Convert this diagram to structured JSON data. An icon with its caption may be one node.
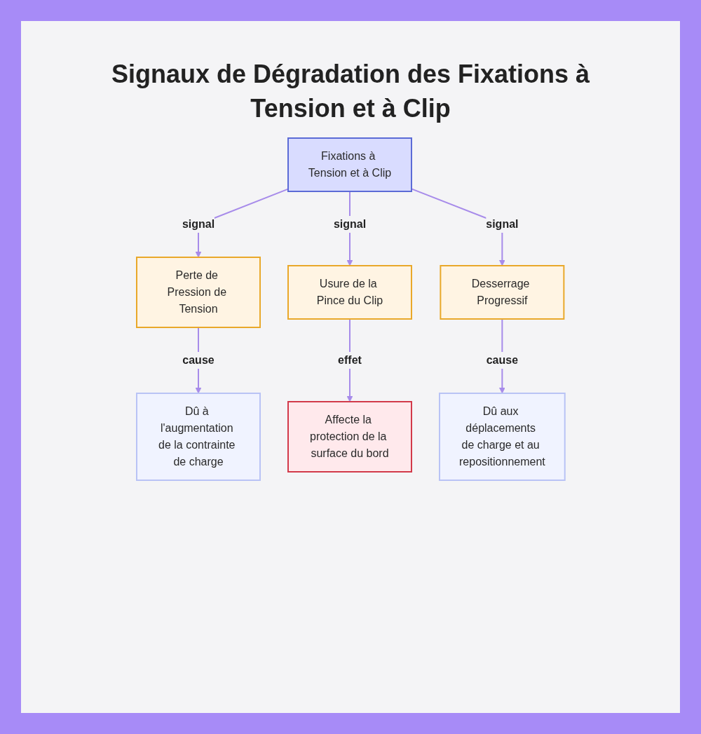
{
  "diagram": {
    "title": "Signaux de Dégradation des Fixations à Tension et à Clip",
    "nodes": [
      {
        "text": [
          "Fixations à Tension et à Clip"
        ]
      },
      {
        "text": [
          "Perte de Pression de Tension"
        ]
      },
      {
        "text": [
          "Usure de la Pince du Clip"
        ]
      },
      {
        "text": [
          "Desserrage Progressif"
        ]
      },
      {
        "text": [
          "Dû à l'augmentation de la contrainte de charge"
        ]
      },
      {
        "text": [
          "Affecte la protection de la surface du bord"
        ]
      },
      {
        "text": [
          "Dû aux déplacements de charge et au repositionnement"
        ]
      }
    ],
    "edges": [
      {
        "from": 0,
        "to": 1,
        "arrow": "to",
        "label": "signal"
      },
      {
        "from": 0,
        "to": 2,
        "arrow": "to",
        "label": "signal"
      },
      {
        "from": 0,
        "to": 3,
        "arrow": "to",
        "label": "signal"
      },
      {
        "from": 1,
        "to": 4,
        "arrow": "to",
        "label": "cause"
      },
      {
        "from": 2,
        "to": 5,
        "arrow": "to",
        "label": "effet"
      },
      {
        "from": 3,
        "to": 6,
        "arrow": "to",
        "label": "cause"
      }
    ]
  }
}
